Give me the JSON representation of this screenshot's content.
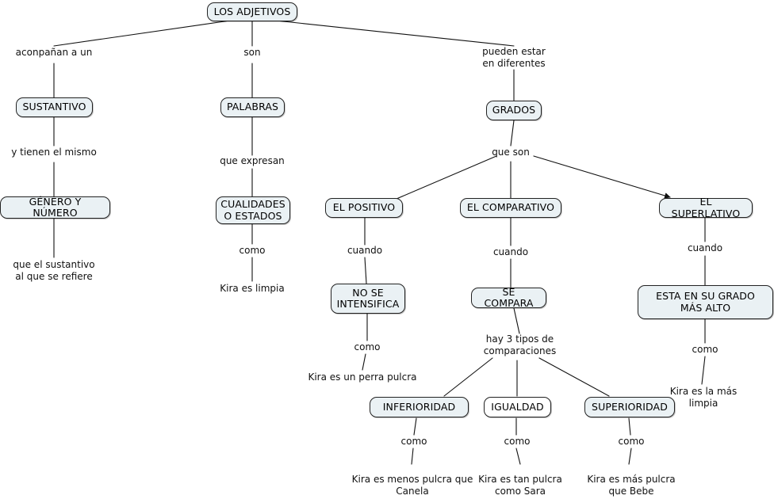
{
  "diagram": {
    "title": "LOS ADJETIVOS",
    "type": "concept-map",
    "language": "es",
    "colors": {
      "node_fill": "#eaf1f4",
      "node_fill_plain": "#ffffff",
      "node_border": "#222222",
      "edge": "#111111",
      "background": "#ffffff",
      "text": "#000000"
    },
    "nodes": [
      {
        "id": "los-adjetivos",
        "label": "LOS ADJETIVOS",
        "style": "filled"
      },
      {
        "id": "sustantivo",
        "label": "SUSTANTIVO",
        "style": "filled"
      },
      {
        "id": "genero-y-numero",
        "label": "GÉNERO Y NÚMERO",
        "style": "filled"
      },
      {
        "id": "palabras",
        "label": "PALABRAS",
        "style": "filled"
      },
      {
        "id": "cualidades-o-estados",
        "label": "CUALIDADES\nO ESTADOS",
        "style": "filled"
      },
      {
        "id": "grados",
        "label": "GRADOS",
        "style": "filled"
      },
      {
        "id": "el-positivo",
        "label": "EL POSITIVO",
        "style": "filled"
      },
      {
        "id": "el-comparativo",
        "label": "EL COMPARATIVO",
        "style": "filled"
      },
      {
        "id": "el-superlativo",
        "label": "EL SUPERLATIVO",
        "style": "filled"
      },
      {
        "id": "no-se-intensifica",
        "label": "NO SE\nINTENSIFICA",
        "style": "filled"
      },
      {
        "id": "se-compara",
        "label": "SE COMPARA",
        "style": "filled"
      },
      {
        "id": "esta-en-su-grado-mas-alto",
        "label": "ESTA EN SU GRADO MÁS ALTO",
        "style": "filled"
      },
      {
        "id": "inferioridad",
        "label": "INFERIORIDAD",
        "style": "filled"
      },
      {
        "id": "igualdad",
        "label": "IGUALDAD",
        "style": "plain"
      },
      {
        "id": "superioridad",
        "label": "SUPERIORIDAD",
        "style": "filled"
      }
    ],
    "link_labels": [
      {
        "id": "acompanan-a-un",
        "text": "aconpañan a un"
      },
      {
        "id": "y-tienen-el-mismo",
        "text": "y tienen el mismo"
      },
      {
        "id": "son",
        "text": "son"
      },
      {
        "id": "que-expresan",
        "text": "que expresan"
      },
      {
        "id": "pueden-estar-en-diferentes",
        "text": "pueden estar\nen diferentes"
      },
      {
        "id": "que-son",
        "text": "que son"
      },
      {
        "id": "cuando-positivo",
        "text": "cuando"
      },
      {
        "id": "cuando-comparativo",
        "text": "cuando"
      },
      {
        "id": "cuando-superlativo",
        "text": "cuando"
      },
      {
        "id": "como-cualidades",
        "text": "como"
      },
      {
        "id": "como-no-se-intensifica",
        "text": "como"
      },
      {
        "id": "como-superlativo",
        "text": "como"
      },
      {
        "id": "hay-3-tipos",
        "text": "hay 3 tipos de\ncomparaciones"
      },
      {
        "id": "como-inferioridad",
        "text": "como"
      },
      {
        "id": "como-igualdad",
        "text": "como"
      },
      {
        "id": "como-superioridad",
        "text": "como"
      }
    ],
    "leaf_texts": [
      {
        "id": "que-el-sustantivo",
        "text": "que el sustantivo\nal que se refiere"
      },
      {
        "id": "kira-es-limpia",
        "text": "Kira es limpia"
      },
      {
        "id": "kira-es-un-perra-pulcra",
        "text": "Kira es un perra pulcra"
      },
      {
        "id": "kira-es-menos-pulcra",
        "text": "Kira es menos pulcra que\nCanela"
      },
      {
        "id": "kira-es-tan-pulcra",
        "text": "Kira es tan pulcra\ncomo Sara"
      },
      {
        "id": "kira-es-mas-pulcra",
        "text": "Kira es más pulcra\nque Bebe"
      },
      {
        "id": "kira-es-la-mas-limpia",
        "text": "Kira es la más\nlimpia"
      }
    ]
  }
}
